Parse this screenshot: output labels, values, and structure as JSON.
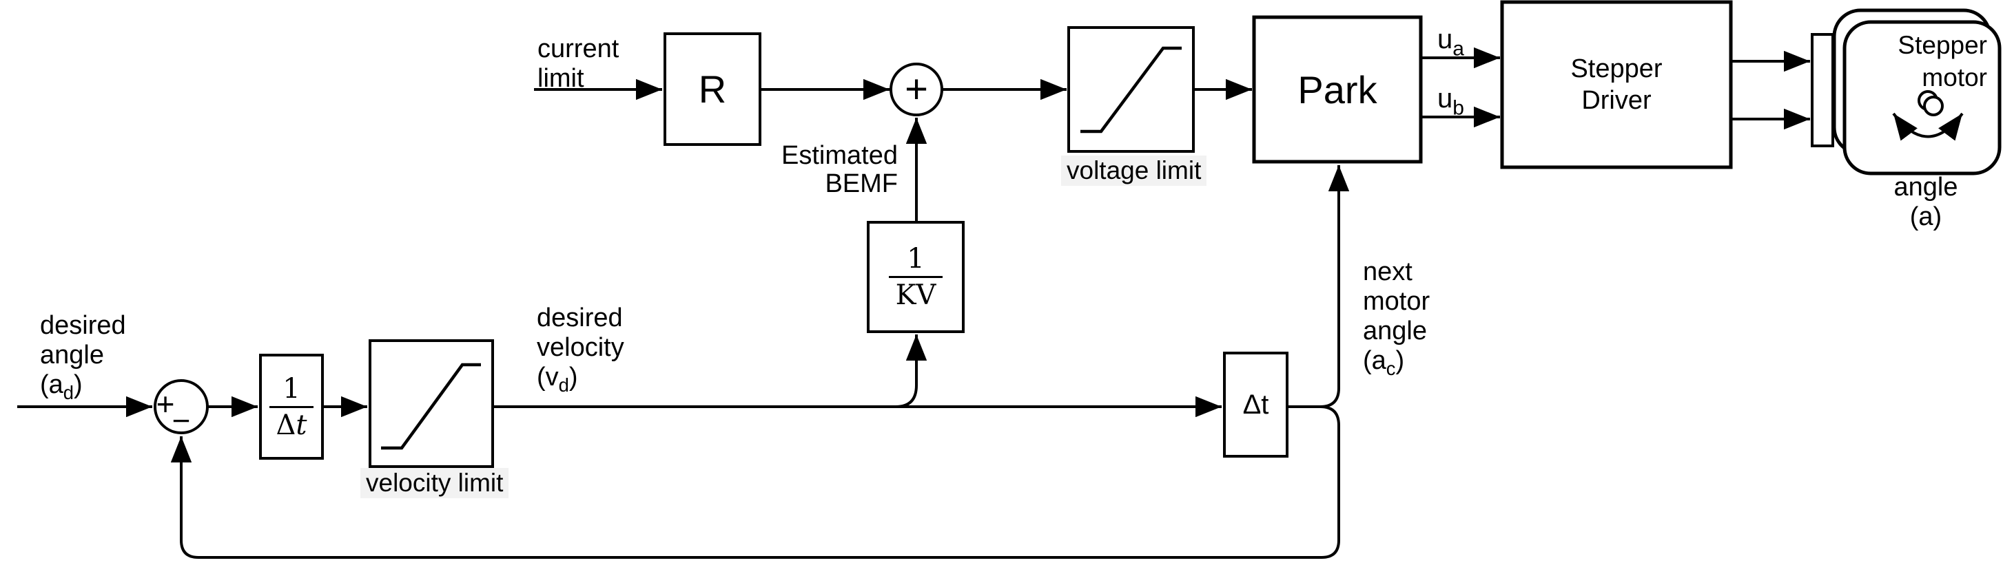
{
  "colors": {
    "background": "#ffffff",
    "stroke": "#000000",
    "label_background": "#f2f2f2"
  },
  "labels": {
    "current_limit": {
      "line1": "current",
      "line2": "limit"
    },
    "estimated_bemf": {
      "line1": "Estimated",
      "line2": "BEMF"
    },
    "voltage_limit": "voltage limit",
    "velocity_limit": "velocity limit",
    "desired_angle": {
      "line1": "desired",
      "line2": "angle",
      "paren_pre": "(a",
      "sub": "d",
      "paren_post": ")"
    },
    "desired_velocity": {
      "line1": "desired",
      "line2": "velocity",
      "paren_pre": "(v",
      "sub": "d",
      "paren_post": ")"
    },
    "next_motor_angle": {
      "line1": "next",
      "line2": "motor",
      "line3": "angle",
      "paren_pre": "(a",
      "sub": "c",
      "paren_post": ")"
    },
    "u_a": {
      "base": "u",
      "sub": "a"
    },
    "u_b": {
      "base": "u",
      "sub": "b"
    },
    "motor_angle": {
      "line1": "angle",
      "line2": "(a)"
    }
  },
  "blocks": {
    "r": "R",
    "park": "Park",
    "stepper_driver": {
      "line1": "Stepper",
      "line2": "Driver"
    },
    "stepper_motor": {
      "line1": "Stepper",
      "line2": "motor"
    },
    "one_over_dt": {
      "numerator": "1",
      "den_delta": "Δ",
      "den_t": "t"
    },
    "one_over_kv": {
      "numerator": "1",
      "denominator": "KV"
    },
    "delta_t": "Δt"
  },
  "junctions": {
    "top_plus": "+",
    "bottom_plus": "+",
    "bottom_minus": "−"
  }
}
